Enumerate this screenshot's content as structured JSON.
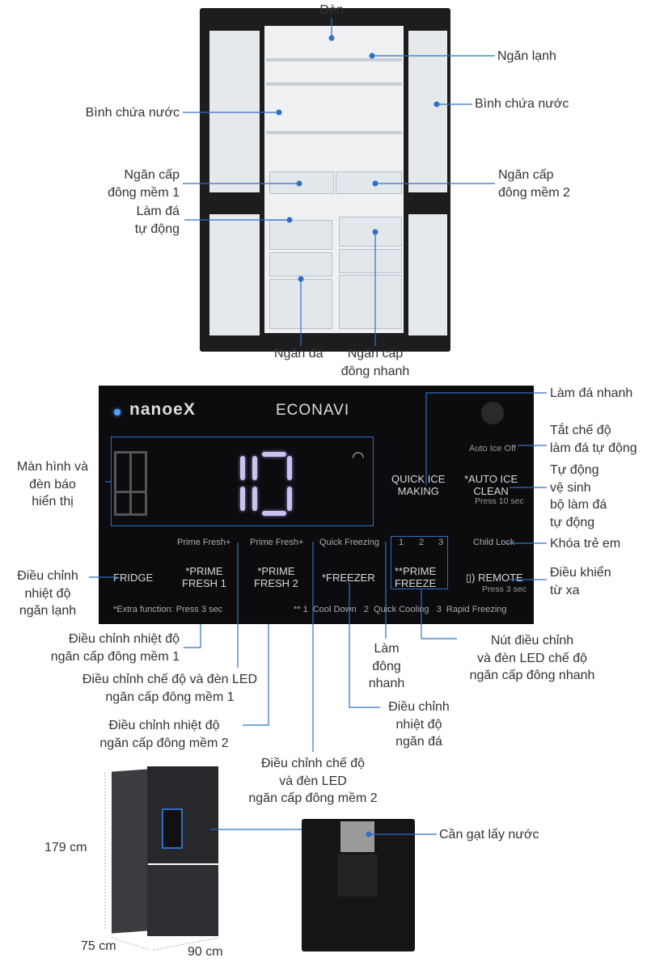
{
  "top_labels": {
    "den": "Đèn",
    "ngan_lanh": "Ngăn lạnh",
    "binh_left": "Bình chứa nước",
    "binh_right": "Bình chứa nước",
    "cdm1": [
      "Ngăn cấp",
      "đông mềm 1"
    ],
    "cdm2": [
      "Ngăn cấp",
      "đông mềm 2"
    ],
    "lam_da": [
      "Làm đá",
      "tự động"
    ],
    "ngan_da": "Ngăn đá",
    "cdn": [
      "Ngăn cấp",
      "đông nhanh"
    ]
  },
  "panel": {
    "brand1": "nanoeX",
    "brand2": "ECONAVI",
    "display_digit": "10",
    "auto_ice_off": "Auto Ice Off",
    "quick_ice": [
      "QUICK ICE",
      "MAKING"
    ],
    "auto_ice_clean": [
      "*AUTO ICE",
      "CLEAN"
    ],
    "press10": "Press 10 sec",
    "prime_fresh_a": "Prime Fresh+",
    "prime_fresh_b": "Prime Fresh+",
    "quick_freezing": "Quick Freezing",
    "levels": [
      "1",
      "2",
      "3"
    ],
    "child_lock": "Child Lock",
    "fridge": "FRIDGE",
    "pf1": [
      "*PRIME",
      "FRESH 1"
    ],
    "pf2": [
      "*PRIME",
      "FRESH 2"
    ],
    "freezer": "*FREEZER",
    "pfz": [
      "**PRIME",
      "FREEZE"
    ],
    "remote": "REMOTE",
    "press3": "Press 3 sec",
    "extra": "*Extra function: Press 3 sec",
    "modes": "** 1  Cool Down   2  Quick Cooling   3  Rapid Freezing"
  },
  "panel_labels": {
    "display": [
      "Màn hình và",
      "đèn báo",
      "hiển thị"
    ],
    "fridge_temp": [
      "Điều chỉnh",
      "nhiệt độ",
      "ngăn lạnh"
    ],
    "quick_ice": "Làm đá nhanh",
    "auto_off": [
      "Tắt chế độ",
      "làm đá tự động"
    ],
    "auto_clean": [
      "Tự động",
      "vệ sinh",
      "bộ làm đá",
      "tự động"
    ],
    "child_lock": "Khóa trẻ em",
    "remote": [
      "Điều khiển",
      "từ xa"
    ],
    "pf1_temp": [
      "Điều chỉnh nhiệt độ",
      "ngăn cấp đông mềm 1"
    ],
    "pf1_mode": [
      "Điều chỉnh chế độ và đèn LED",
      "ngăn cấp đông mềm 1"
    ],
    "pf2_temp": [
      "Điều chỉnh nhiệt độ",
      "ngăn cấp đông mềm 2"
    ],
    "pf2_mode": [
      "Điều chỉnh chế độ",
      "và đèn LED",
      "ngăn cấp đông mềm 2"
    ],
    "quick_freeze": [
      "Làm",
      "đông",
      "nhanh"
    ],
    "freezer_temp": [
      "Điều chỉnh",
      "nhiệt độ",
      "ngăn đá"
    ],
    "prime_freeze": [
      "Nút điều chỉnh",
      "và đèn LED chế độ",
      "ngăn cấp đông nhanh"
    ]
  },
  "bottom": {
    "height": "179 cm",
    "depth": "75 cm",
    "width": "90 cm",
    "lever": "Cần gạt lấy nước"
  },
  "colors": {
    "line": "#2f6fc4",
    "panel": "#0c0c0e"
  }
}
